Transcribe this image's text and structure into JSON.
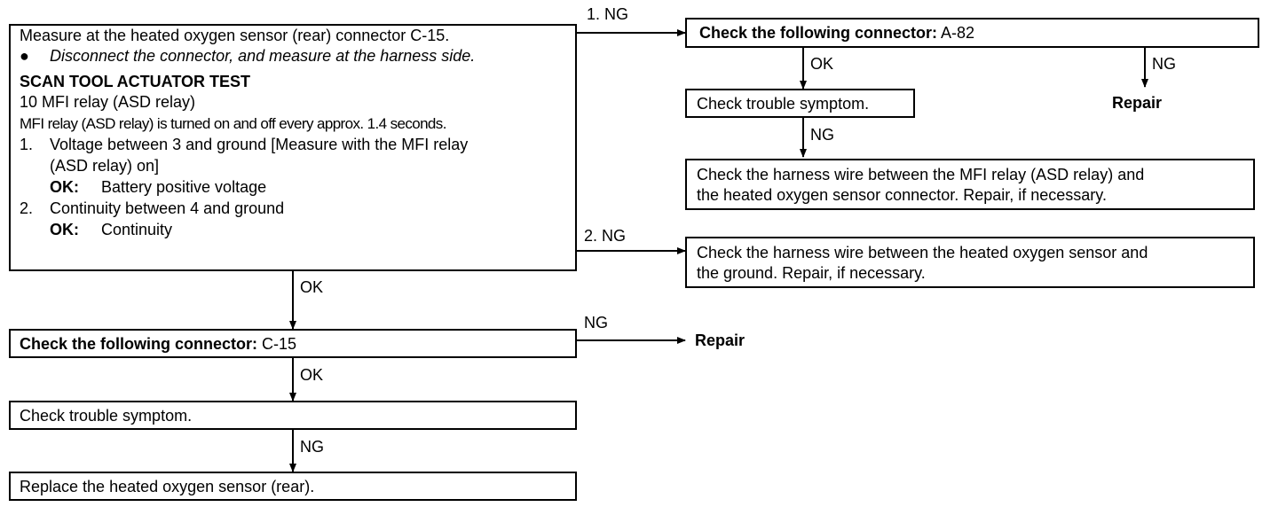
{
  "main_box": {
    "line1": "Measure at the heated oxygen sensor (rear) connector C-15.",
    "bullet": "●",
    "line2": "Disconnect the connector, and measure at the harness side.",
    "heading": "SCAN TOOL ACTUATOR TEST",
    "line4": "10 MFI relay (ASD relay)",
    "line5": "MFI relay (ASD relay) is turned on and off every approx. 1.4 seconds.",
    "item1_num": "1.",
    "item1_a": "Voltage between 3 and ground  [Measure with the MFI relay",
    "item1_b": "(ASD relay) on]",
    "item1_ok_label": "OK:",
    "item1_ok_value": "Battery positive voltage",
    "item2_num": "2.",
    "item2_a": "Continuity between 4 and ground",
    "item2_ok_label": "OK:",
    "item2_ok_value": "Continuity"
  },
  "labels": {
    "ng1": "1. NG",
    "ng2": "2. NG",
    "ok_down": "OK",
    "ng_right": "NG",
    "ok_a82": "OK",
    "ng_a82": "NG",
    "ng_trouble_right": "NG",
    "ok_c15": "OK",
    "ng_trouble_left": "NG"
  },
  "boxes": {
    "a82_prefix": "Check the following connector:",
    "a82_code": "A-82",
    "trouble_right": "Check trouble symptom.",
    "repair_a82": "Repair",
    "harness_mfi_1": "Check the harness wire between the MFI relay (ASD relay) and",
    "harness_mfi_2": "the heated oxygen sensor connector. Repair, if necessary.",
    "harness_ground_1": "Check the harness wire between the heated oxygen sensor and",
    "harness_ground_2": "the ground. Repair, if necessary.",
    "c15_prefix": "Check the following connector:",
    "c15_code": "C-15",
    "repair_c15": "Repair",
    "trouble_left": "Check trouble symptom.",
    "replace": "Replace the heated oxygen sensor (rear)."
  }
}
